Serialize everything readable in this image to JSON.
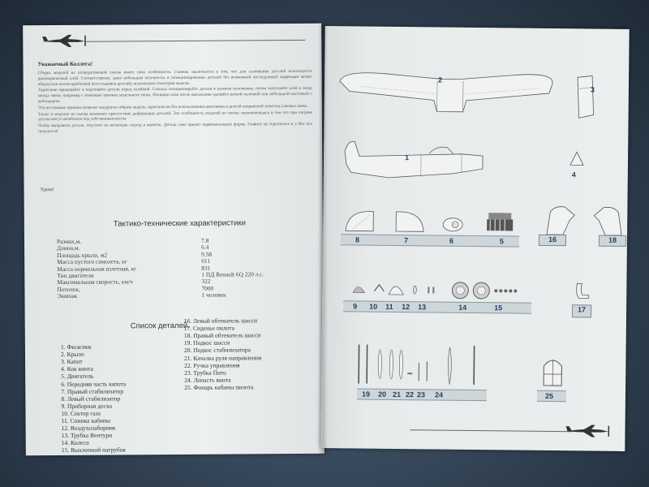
{
  "left_page": {
    "greeting": "Уважаемый Коллега!",
    "paragraphs": [
      "Сборка моделей из полиуретановой смолы имеет свои особенности. Главная заключается в том, что для склеивания деталей используется цианакрилатный клей. Соответственно, даже небольшая неточность в позиционировании деталей без возможной последующей коррекции может обернуться потом проблемой несостыковок деталей, искажением геометрии модели.",
      "Тщательно примеряйте и подгоняйте детали перед склейкой. Сначала позиционируйте детали в нужном положении, потом запускайте клей в зазор между ними, например с помощью кончика модельного ножа. Излишки клея после высыхания удаляйте ватной палочкой или небольшой кисточкой с дебондером.",
      "Эти несложные приемы позволят аккуратно собрать модель, практически без использования шпатлевки и долгой неприятной зачистки клеевых швов.",
      "Также в моделях из смолы возможно присутствие деформации деталей. Это особенность моделей из смолы заключающаяся в том что при нагреве детали могут изгибаться под собственным весом.",
      "Чтобы выправить деталь, опустите на несколько секунд в кипяток. Деталь сама примет первоначальную форму. Главное не торопиться и у Вас все получится!"
    ],
    "ending": "Удачи!",
    "specs_title": "Тактико-технические характеристики",
    "specs": [
      {
        "label": "Размах,м.",
        "value": "7.8"
      },
      {
        "label": "Длина,м.",
        "value": "6.4"
      },
      {
        "label": "Площадь крыла, м2",
        "value": "9.58"
      },
      {
        "label": "Масса пустого самолета, кг",
        "value": "611"
      },
      {
        "label": "Масса нормальная взлетная, кг",
        "value": "831"
      },
      {
        "label": "Тип двигателя",
        "value": "1 ПД Renault 6Q 220 л.с."
      },
      {
        "label": "Максимальная скорость, км/ч",
        "value": "322"
      },
      {
        "label": "Потолок,",
        "value": "7000"
      },
      {
        "label": "Экипаж",
        "value": "1 человек"
      }
    ],
    "parts_title": "Список деталей.",
    "parts_col1": [
      "1. Фюзеляж",
      "2. Крыло",
      "3. Капот",
      "4. Кок винта",
      "5. Двигатель",
      "6. Передняя часть капота",
      "7. Правый стабилизатор",
      "8. Левый стабилизатор",
      "9. Приборная доска",
      "10. Сектор газа",
      "11. Спинка кабины",
      "12. Воздухозаборник",
      "13. Трубка Вентури",
      "14. Колесо",
      "15. Выхлопной патрубок"
    ],
    "parts_col2": [
      "16. Левый обтекатель шасси",
      "17. Сиденье пилота",
      "18. Правый обтекатель шасси",
      "19. Подкос шасси",
      "20. Подкос стабилизатора",
      "21. Качалка руля направления",
      "22. Ручка управления",
      "23. Трубка Пито",
      "24. Лопасть винта",
      "25. Фонарь кабины пилота"
    ]
  },
  "right_page": {
    "labels": {
      "p1": "1",
      "p2": "2",
      "p3": "3",
      "p4": "4",
      "p5": "5",
      "p6": "6",
      "p7": "7",
      "p8": "8",
      "p16": "16",
      "p18": "18",
      "p17": "17",
      "p25": "25",
      "row_small": [
        "9",
        "10",
        "11",
        "12",
        "13",
        "14",
        "15"
      ],
      "row_struts": [
        "19",
        "20",
        "21",
        "22",
        "23",
        "24"
      ]
    }
  },
  "colors": {
    "label_blue": "#1d3e5e",
    "label_bg": "#cfd6da",
    "paper": "#e9ecec"
  }
}
